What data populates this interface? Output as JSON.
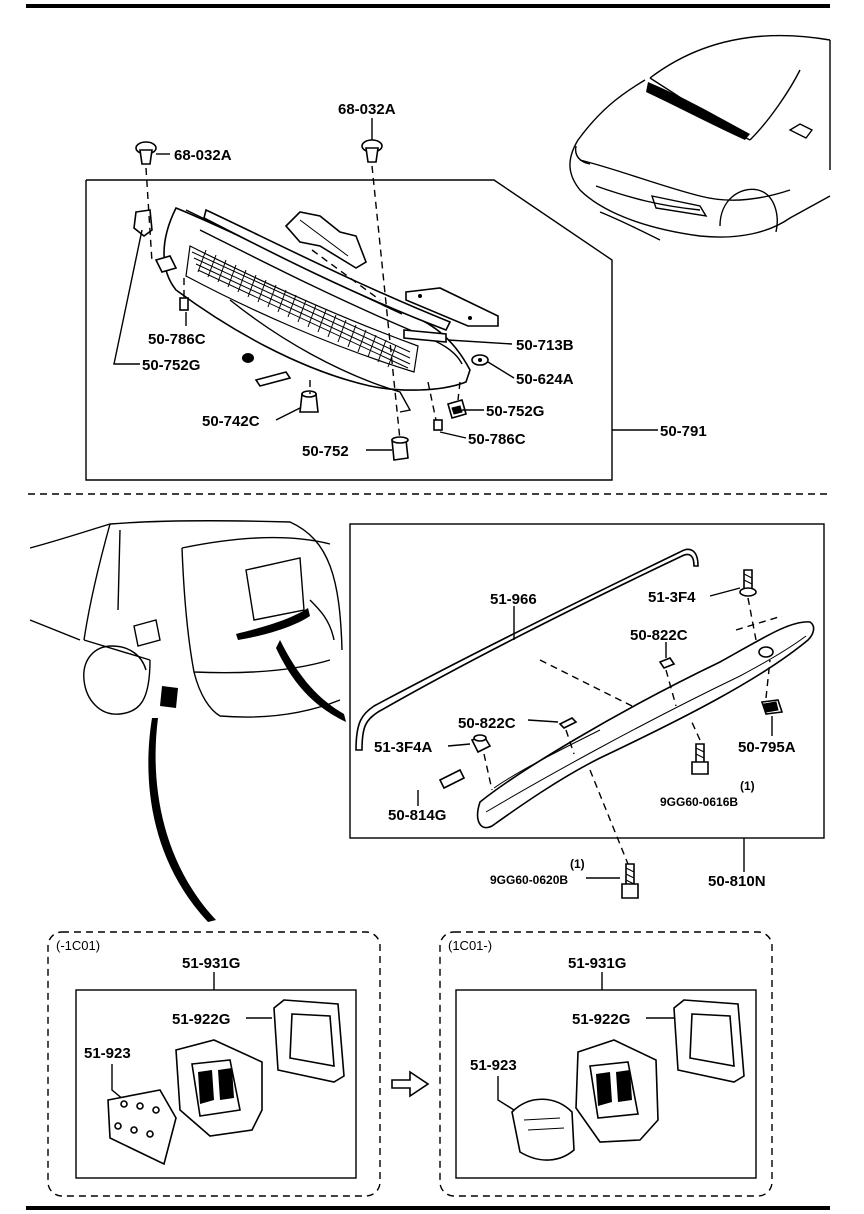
{
  "upper_section": {
    "labels": {
      "p68_032A_left": "68-032A",
      "p68_032A_top": "68-032A",
      "p50_786C_left": "50-786C",
      "p50_752G_left": "50-752G",
      "p50_713B": "50-713B",
      "p50_624A": "50-624A",
      "p50_752G_right": "50-752G",
      "p50_742C": "50-742C",
      "p50_786C_right": "50-786C",
      "p50_752": "50-752",
      "p50_791": "50-791"
    }
  },
  "lower_section": {
    "labels": {
      "p51_966": "51-966",
      "p51_3F4": "51-3F4",
      "p50_822C_top": "50-822C",
      "p50_822C_mid": "50-822C",
      "p51_3F4A": "51-3F4A",
      "p50_795A": "50-795A",
      "qty_1_right": "(1)",
      "bolt_9GG60_0616B": "9GG60-0616B",
      "p50_814G": "50-814G",
      "qty_1_bottom": "(1)",
      "bolt_9GG60_0620B": "9GG60-0620B",
      "p50_810N": "50-810N"
    }
  },
  "detail_left": {
    "range": "(-1C01)",
    "p51_931G": "51-931G",
    "p51_922G": "51-922G",
    "p51_923": "51-923"
  },
  "detail_right": {
    "range": "(1C01-)",
    "p51_931G": "51-931G",
    "p51_922G": "51-922G",
    "p51_923": "51-923"
  }
}
